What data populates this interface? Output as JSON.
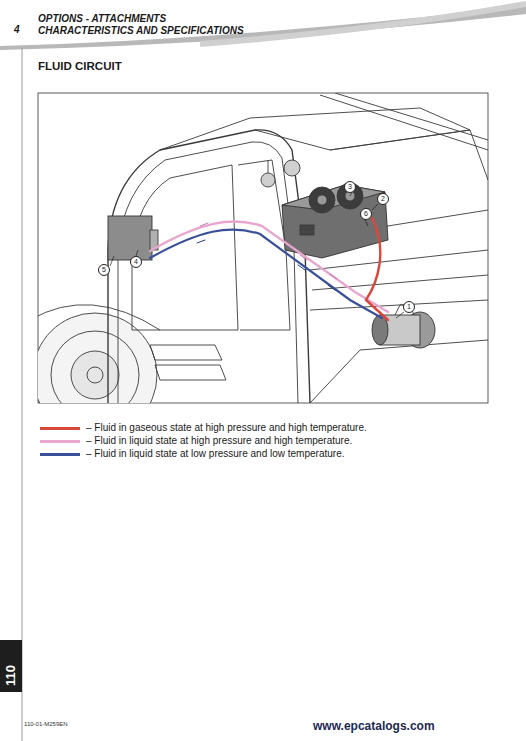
{
  "diagram": {
    "title": "FLUID CIRCUIT",
    "labels": [
      "4",
      "OPTIONS - ATTACHMENTS",
      "CHARACTERISTICS AND SPECIFICATIONS",
      "1",
      "2",
      "3",
      "4",
      "5",
      "6",
      "110",
      "110-01-M259EN",
      "www.epcatalogs.com"
    ],
    "legend": [
      {
        "text": "– Fluid in gaseous state at high pressure and high temperature.",
        "color": "#d9483b"
      },
      {
        "text": "– Fluid in liquid state at high pressure and high temperature.",
        "color": "#e8a6cf"
      },
      {
        "text": "– Fluid in liquid state at low pressure and low temperature.",
        "color": "#3a4f9a"
      }
    ]
  }
}
